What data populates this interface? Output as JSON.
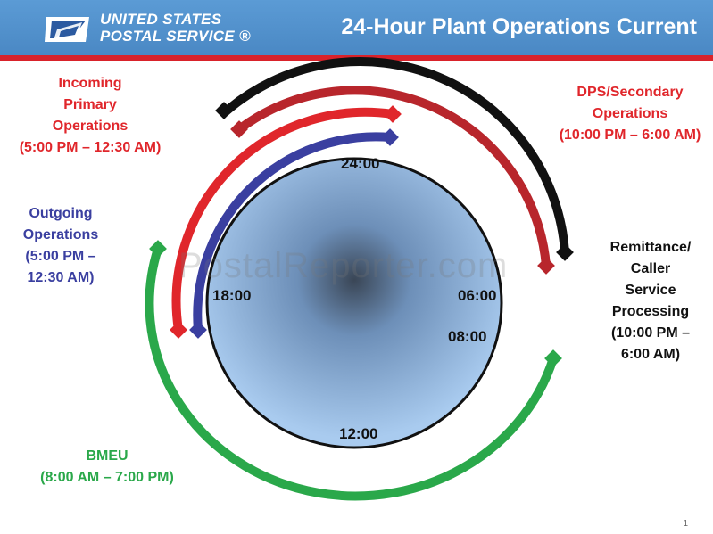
{
  "header": {
    "logo_line1": "UNITED STATES",
    "logo_line2": "POSTAL SERVICE ®",
    "title": "24-Hour Plant Operations Current"
  },
  "clock": {
    "top": "24:00",
    "right": "06:00",
    "right_lower": "08:00",
    "bottom": "12:00",
    "left": "18:00"
  },
  "labels": {
    "incoming": [
      "Incoming",
      "Primary",
      "Operations",
      "(5:00 PM – 12:30 AM)"
    ],
    "outgoing": [
      "Outgoing",
      "Operations",
      "(5:00 PM –",
      "12:30 AM)"
    ],
    "dps": [
      "DPS/Secondary",
      "Operations",
      "(10:00 PM – 6:00 AM)"
    ],
    "remittance": [
      "Remittance/",
      "Caller",
      "Service",
      "Processing",
      "(10:00 PM –",
      "6:00 AM)"
    ],
    "bmeu": [
      "BMEU",
      "(8:00 AM – 7:00 PM)"
    ]
  },
  "watermark": "PostalReporter.com",
  "page_number": "1",
  "colors": {
    "header_blue": "#5b9bd5",
    "header_stripe": "#d9222a",
    "incoming_red": "#e0262b",
    "dps_darkred": "#b8262c",
    "outgoing_blue": "#3a3fa0",
    "remittance_black": "#111111",
    "bmeu_green": "#2aa84a"
  },
  "icons": [
    "usps-eagle-logo-icon"
  ]
}
